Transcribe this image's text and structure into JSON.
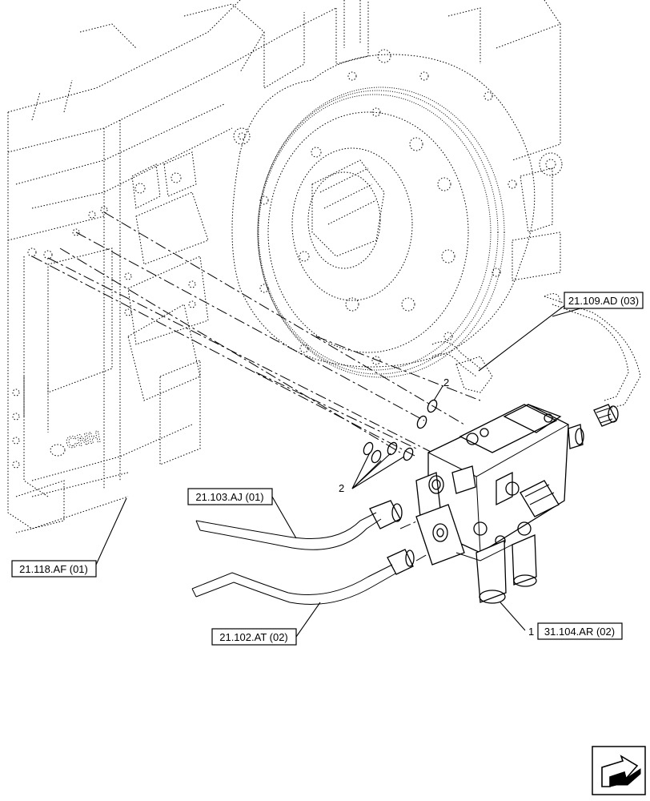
{
  "callouts": [
    {
      "ref": "21.109.AD (03)"
    },
    {
      "ref": "21.103.AJ (01)"
    },
    {
      "ref": "21.118.AF (01)"
    },
    {
      "ref": "21.102.AT (02)"
    },
    {
      "ref": "31.104.AR (02)"
    }
  ],
  "item_numbers": {
    "valve_item": "1",
    "ring_upper": "2",
    "ring_lower": "2"
  },
  "logo_text": "CNH"
}
